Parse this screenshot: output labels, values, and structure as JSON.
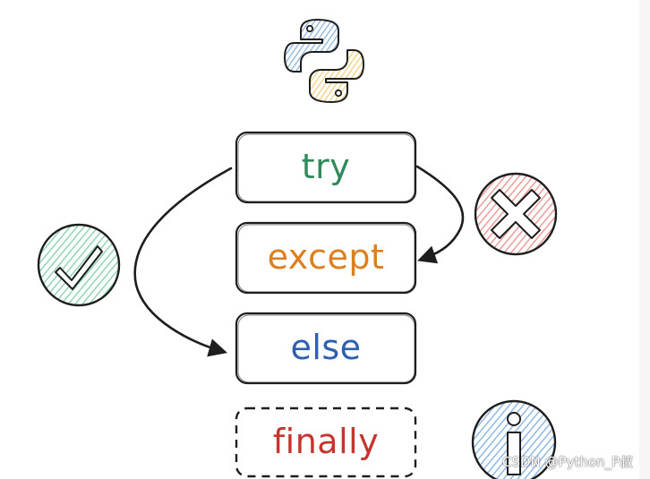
{
  "blocks": {
    "try": {
      "label": "try",
      "color": "#2f8a5a"
    },
    "except": {
      "label": "except",
      "color": "#dd7f1f"
    },
    "else": {
      "label": "else",
      "color": "#2e5fb0"
    },
    "finally": {
      "label": "finally",
      "color": "#c7332f"
    }
  },
  "icons": {
    "logo": "python-logo-icon",
    "success": "check-icon",
    "error": "cross-icon",
    "info": "info-icon"
  },
  "colors": {
    "outline": "#1e1e1e",
    "check_fill": "#8fd6b2",
    "cross_fill": "#f19b9b",
    "info_fill": "#8fb8e8",
    "python_blue": "#8cb3e0",
    "python_yellow": "#f6dca0"
  },
  "watermark": "CSDN @Python_P叔"
}
